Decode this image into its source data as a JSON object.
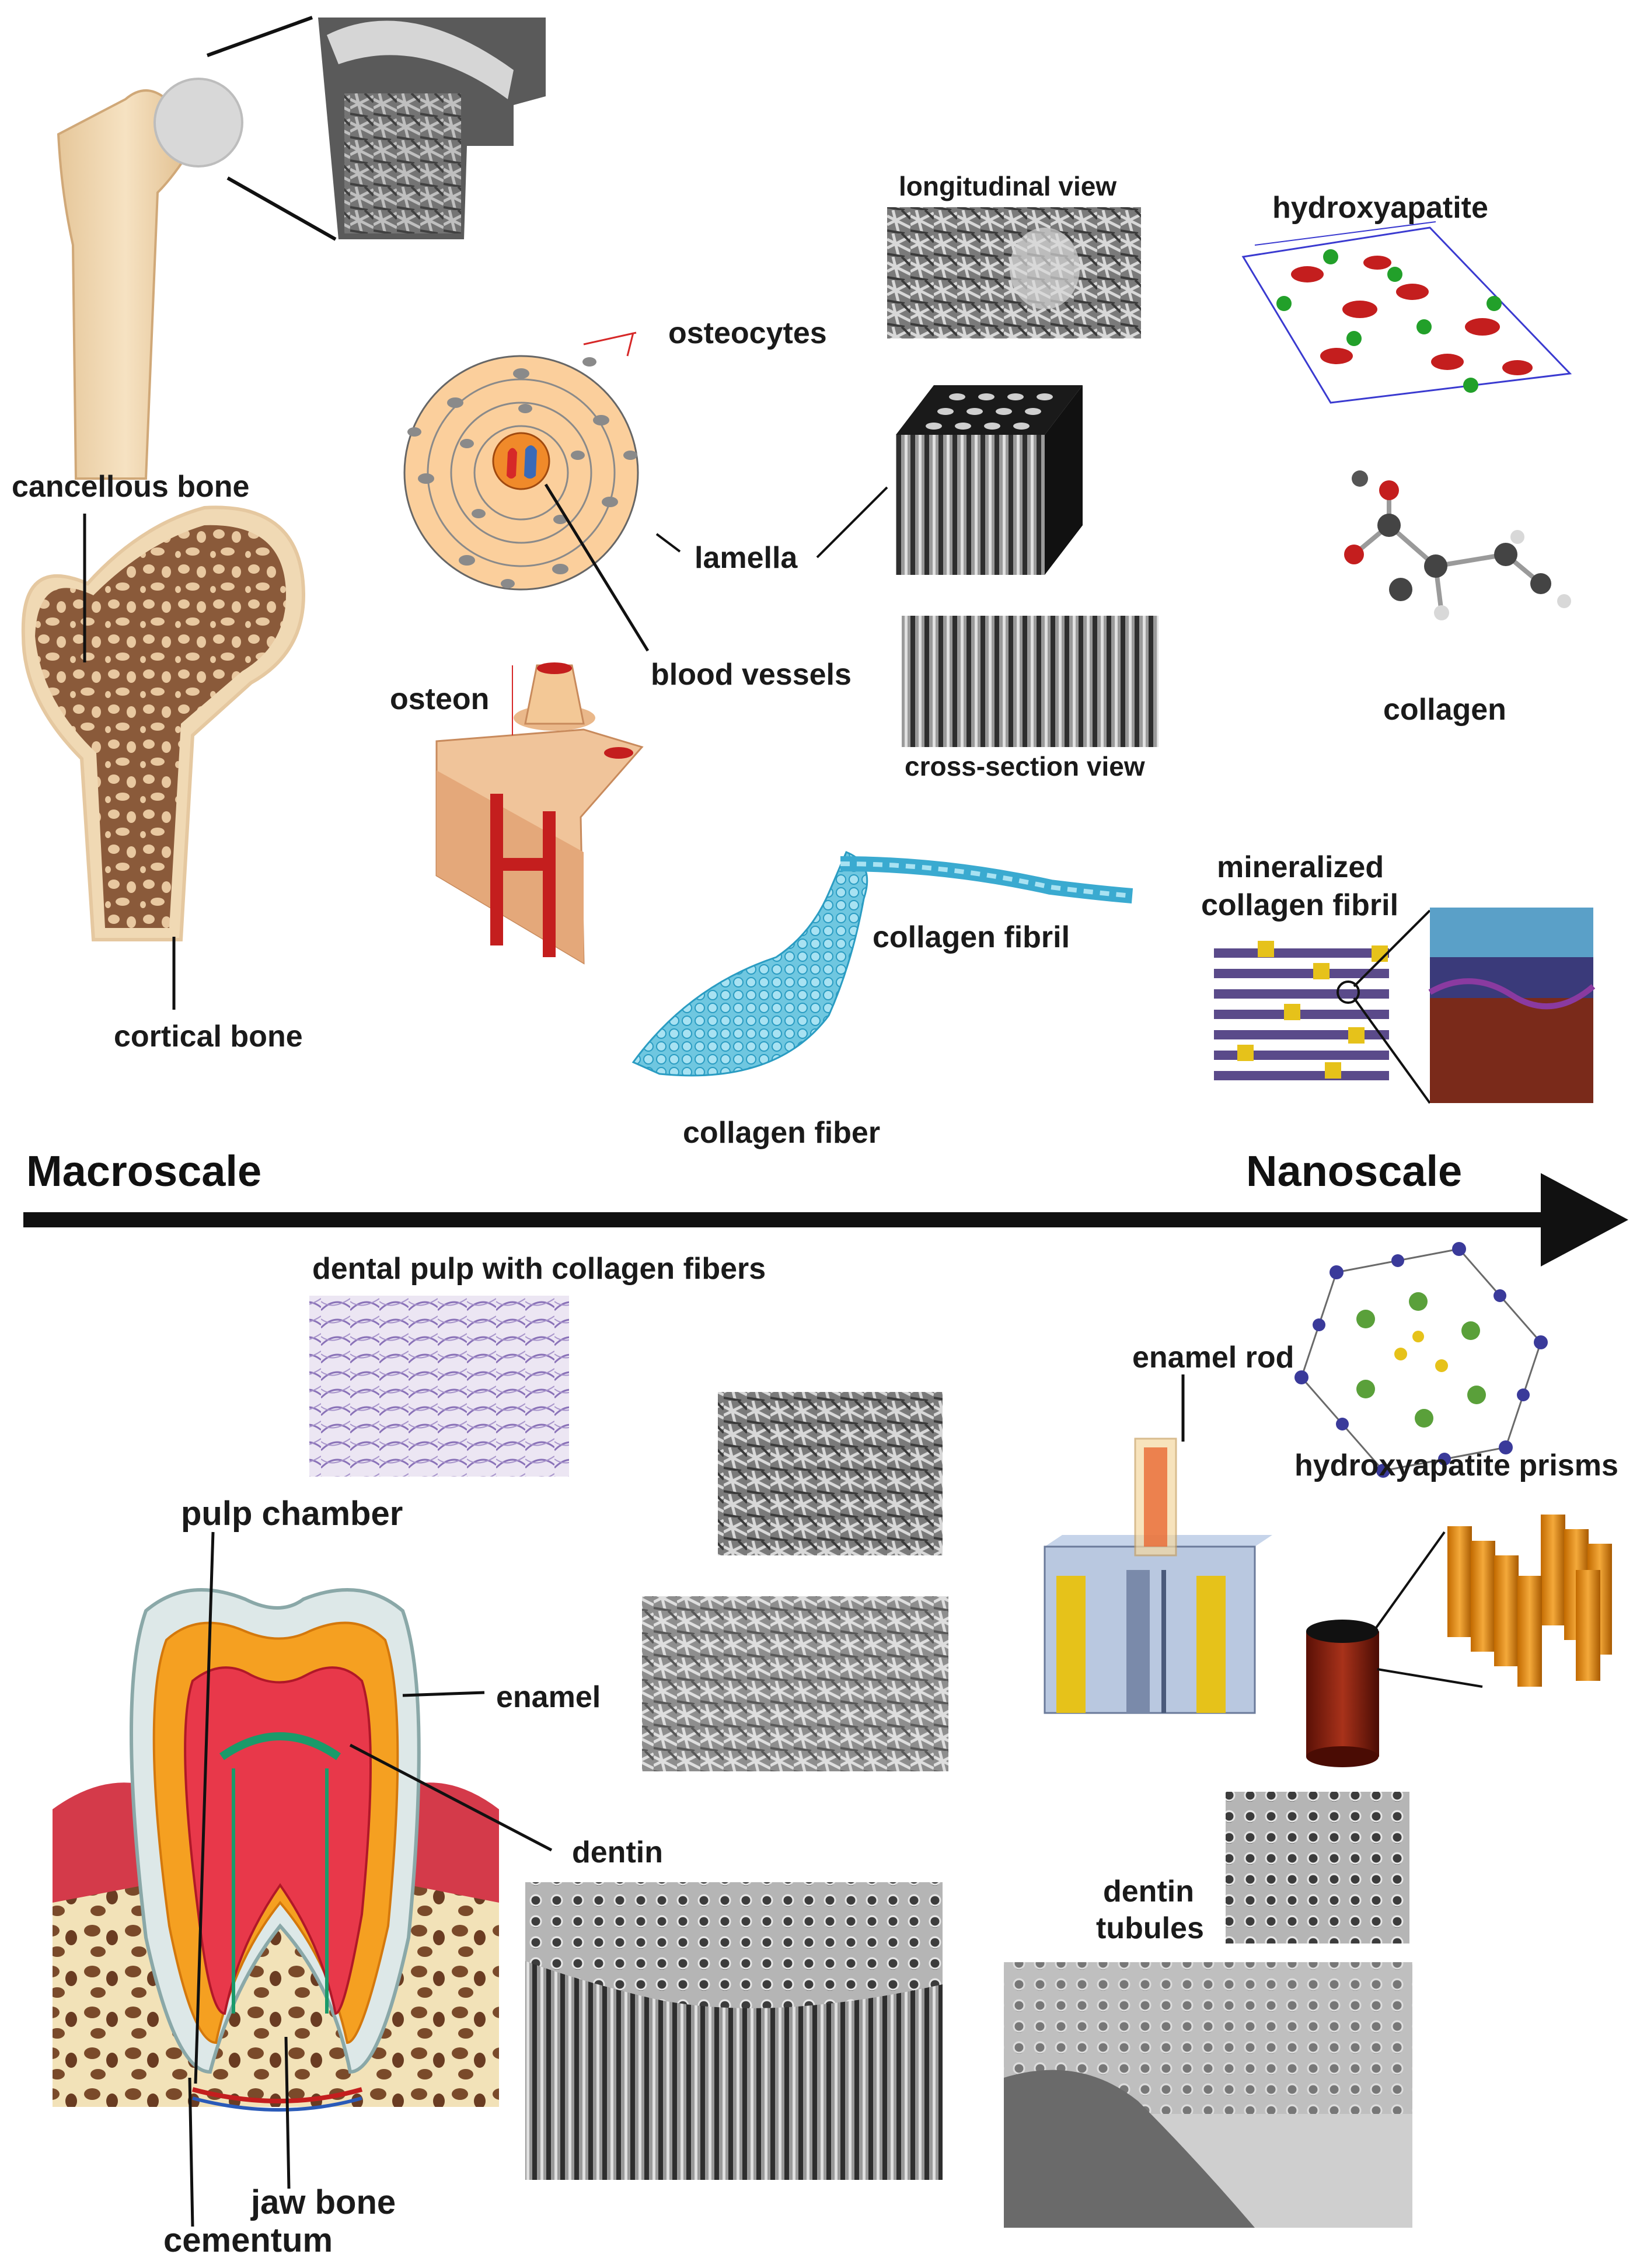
{
  "scale_axis": {
    "left": "Macroscale",
    "right": "Nanoscale"
  },
  "bone": {
    "cancellous_bone": "cancellous bone",
    "cortical_bone": "cortical bone",
    "osteocytes": "osteocytes",
    "lamella": "lamella",
    "blood_vessels": "blood vessels",
    "osteon": "osteon",
    "longitudinal_view": "longitudinal view",
    "cross_section_prefix": "cross-section",
    "cross_section_suffix": "view",
    "hydroxyapatite": "hydroxyapatite",
    "collagen": "collagen",
    "collagen_fibril": "collagen fibril",
    "collagen_fiber": "collagen fiber",
    "mineralized_line1": "mineralized",
    "mineralized_line2": "collagen fibril"
  },
  "tooth": {
    "dental_pulp": "dental pulp with collagen fibers",
    "pulp_chamber": "pulp chamber",
    "enamel": "enamel",
    "dentin": "dentin",
    "jaw_bone": "jaw bone",
    "cementum": "cementum",
    "enamel_rod": "enamel rod",
    "hydroxyapatite_prisms": "hydroxyapatite prisms",
    "dentin_tubules_line1": "dentin",
    "dentin_tubules_line2": "tubules"
  }
}
